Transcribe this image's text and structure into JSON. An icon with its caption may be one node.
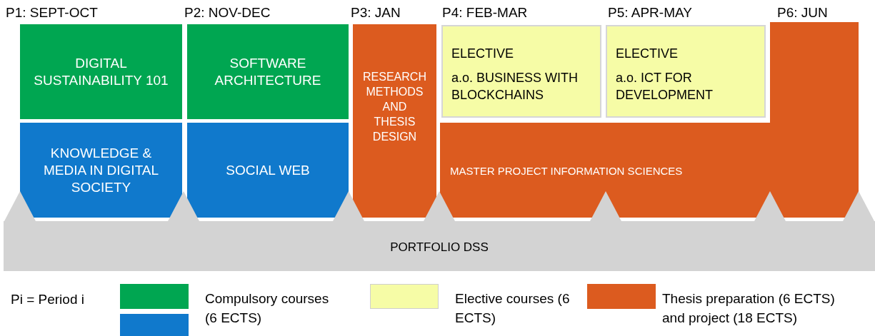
{
  "diagram": {
    "nodes": [
      {
        "text": [
          "DIGITAL SUSTAINABILITY 101"
        ]
      },
      {
        "text": [
          "SOFTWARE ARCHITECTURE"
        ]
      },
      {
        "text": [
          "RESEARCH METHODS AND THESIS DESIGN"
        ]
      },
      {
        "text": [
          "ELECTIVE",
          "a.o. BUSINESS WITH BLOCKCHAINS"
        ]
      },
      {
        "text": [
          "ELECTIVE",
          "a.o. ICT FOR DEVELOPMENT"
        ]
      },
      {
        "text": [
          "KNOWLEDGE & MEDIA IN DIGITAL SOCIETY"
        ]
      },
      {
        "text": [
          "SOCIAL WEB"
        ]
      },
      {
        "text": [
          "MASTER PROJECT INFORMATION SCIENCES"
        ]
      },
      {
        "text": [
          "PORTFOLIO DSS"
        ]
      }
    ],
    "edges": [],
    "labels": [
      "P1: SEPT-OCT",
      "P2: NOV-DEC",
      "P3: JAN",
      "P4: FEB-MAR",
      "P5: APR-MAY",
      "P6: JUN",
      "Pi = Period i"
    ],
    "legend": [
      {
        "text": "Compulsory courses (6 ECTS)",
        "color": "#00a651"
      },
      {
        "text": "Elective courses (6 ECTS)",
        "color": "#f6fca6"
      },
      {
        "text": "Thesis preparation (6 ECTS) and project (18 ECTS)",
        "color": "#dc5b1f"
      }
    ]
  }
}
